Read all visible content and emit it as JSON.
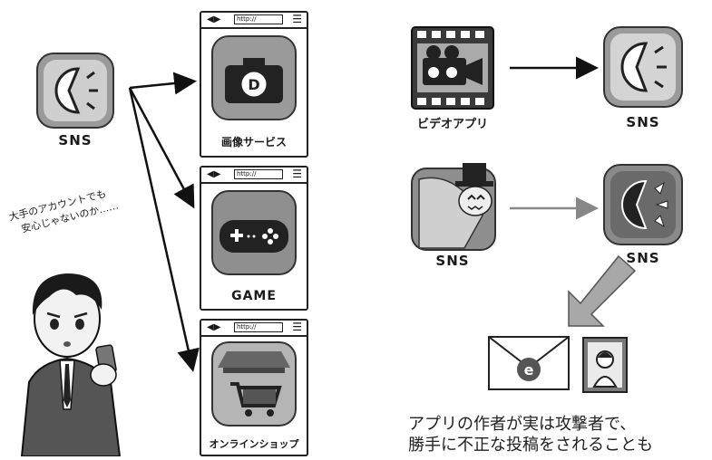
{
  "left": {
    "sns_label": "SNS",
    "url_text": "http://",
    "services": [
      {
        "label": "画像サービス",
        "icon": "camera-icon"
      },
      {
        "label": "GAME",
        "icon": "gamepad-icon"
      },
      {
        "label": "オンラインショップ",
        "icon": "shopping-cart-icon"
      }
    ],
    "speech_line1": "大手のアカウントでも",
    "speech_line2": "安心じゃないのか……"
  },
  "right": {
    "video_app_label": "ビデオアプリ",
    "sns_label_top": "SNS",
    "sns_label_fake": "SNS",
    "sns_label_real": "SNS",
    "note_line1": "アプリの作者が実は攻撃者で、",
    "note_line2": "勝手に不正な投稿をされることも"
  },
  "colors": {
    "icon_gray": "#8a8a8a",
    "dark": "#2b2b2b",
    "arrow_gray": "#a0a0a0"
  }
}
